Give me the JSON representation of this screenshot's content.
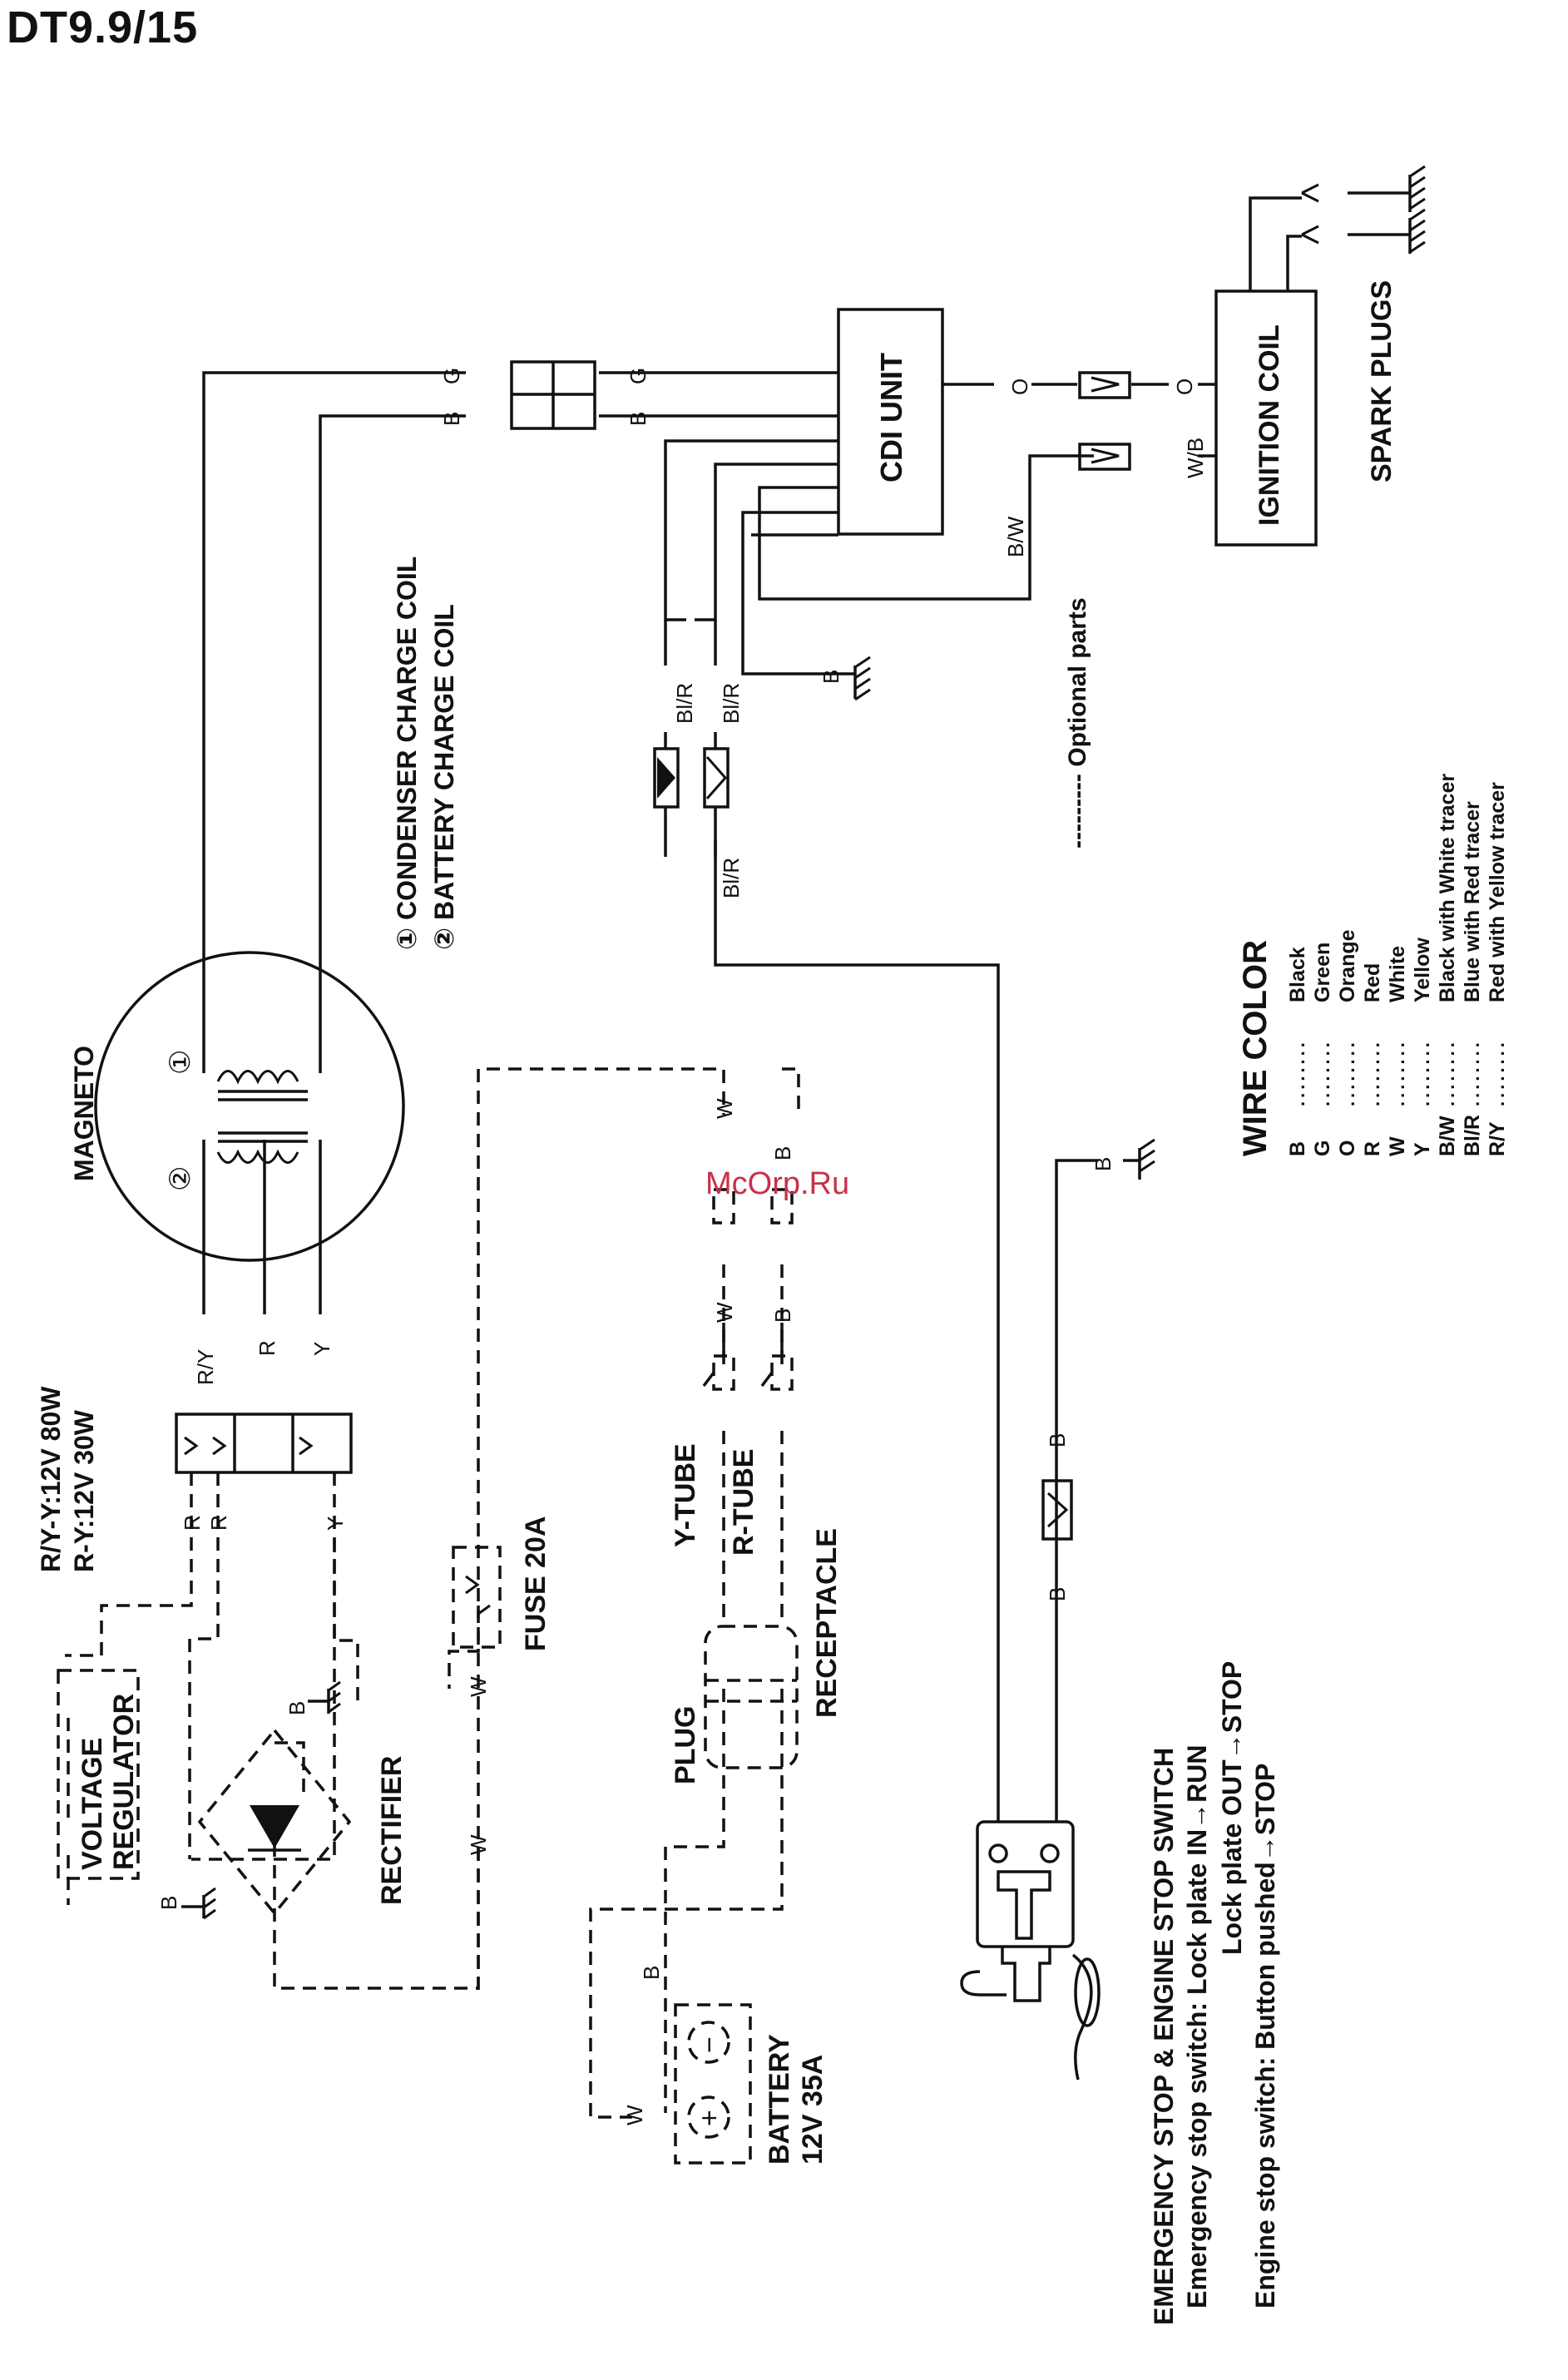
{
  "title": "DT9.9/15",
  "watermark": "McOrp.Ru",
  "components": {
    "cdi": "CDI UNIT",
    "ignition_coil": "IGNITION COIL",
    "spark_plugs": "SPARK PLUGS",
    "magneto": "MAGNETO",
    "rectifier": "RECTIFIER",
    "voltage_regulator_1": "VOLTAGE",
    "voltage_regulator_2": "REGULATOR",
    "fuse": "FUSE 20A",
    "y_tube": "Y-TUBE",
    "r_tube": "R-TUBE",
    "receptacle": "RECEPTACLE",
    "plug": "PLUG",
    "battery_1": "BATTERY",
    "battery_2": "12V 35A",
    "stop_switch_title": "EMERGENCY STOP & ENGINE STOP SWITCH",
    "stop_switch_line1": "Emergency stop switch: Lock plate IN→RUN",
    "stop_switch_line2": "Lock plate OUT→STOP",
    "stop_switch_line3": "Engine stop switch: Button pushed→STOP"
  },
  "ratings": {
    "line1": "R/Y-Y:12V 80W",
    "line2": "R-Y:12V 30W"
  },
  "coils": {
    "marker1": "①",
    "marker2": "②",
    "coil1": "① CONDENSER CHARGE COIL",
    "coil2": "② BATTERY CHARGE COIL"
  },
  "optional_parts": "--------- Optional parts",
  "wire_labels": {
    "g": "G",
    "b": "B",
    "o": "O",
    "w_b": "W/B",
    "b_w": "B/W",
    "bl_r": "Bl/R",
    "r_y": "R/Y",
    "r": "R",
    "y": "Y",
    "w": "W",
    "plus": "+",
    "minus": "−"
  },
  "wire_color": {
    "title": "WIRE COLOR",
    "rows": [
      {
        "code": "B",
        "name": "Black"
      },
      {
        "code": "G",
        "name": "Green"
      },
      {
        "code": "O",
        "name": "Orange"
      },
      {
        "code": "R",
        "name": "Red"
      },
      {
        "code": "W",
        "name": "White"
      },
      {
        "code": "Y",
        "name": "Yellow"
      },
      {
        "code": "B/W",
        "name": "Black with White tracer"
      },
      {
        "code": "Bl/R",
        "name": "Blue with Red tracer"
      },
      {
        "code": "R/Y",
        "name": "Red with Yellow tracer"
      }
    ]
  }
}
